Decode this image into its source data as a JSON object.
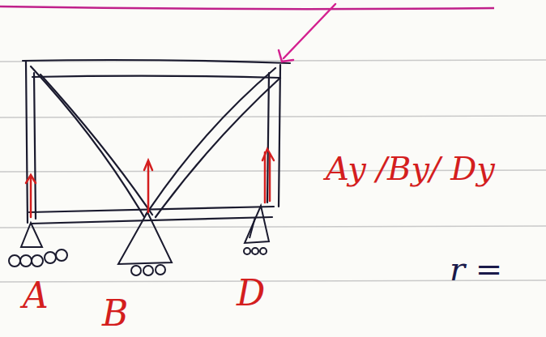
{
  "diagram": {
    "labels": [
      "Ay /By/ Dy",
      "A",
      "B",
      "D",
      "r ="
    ]
  }
}
